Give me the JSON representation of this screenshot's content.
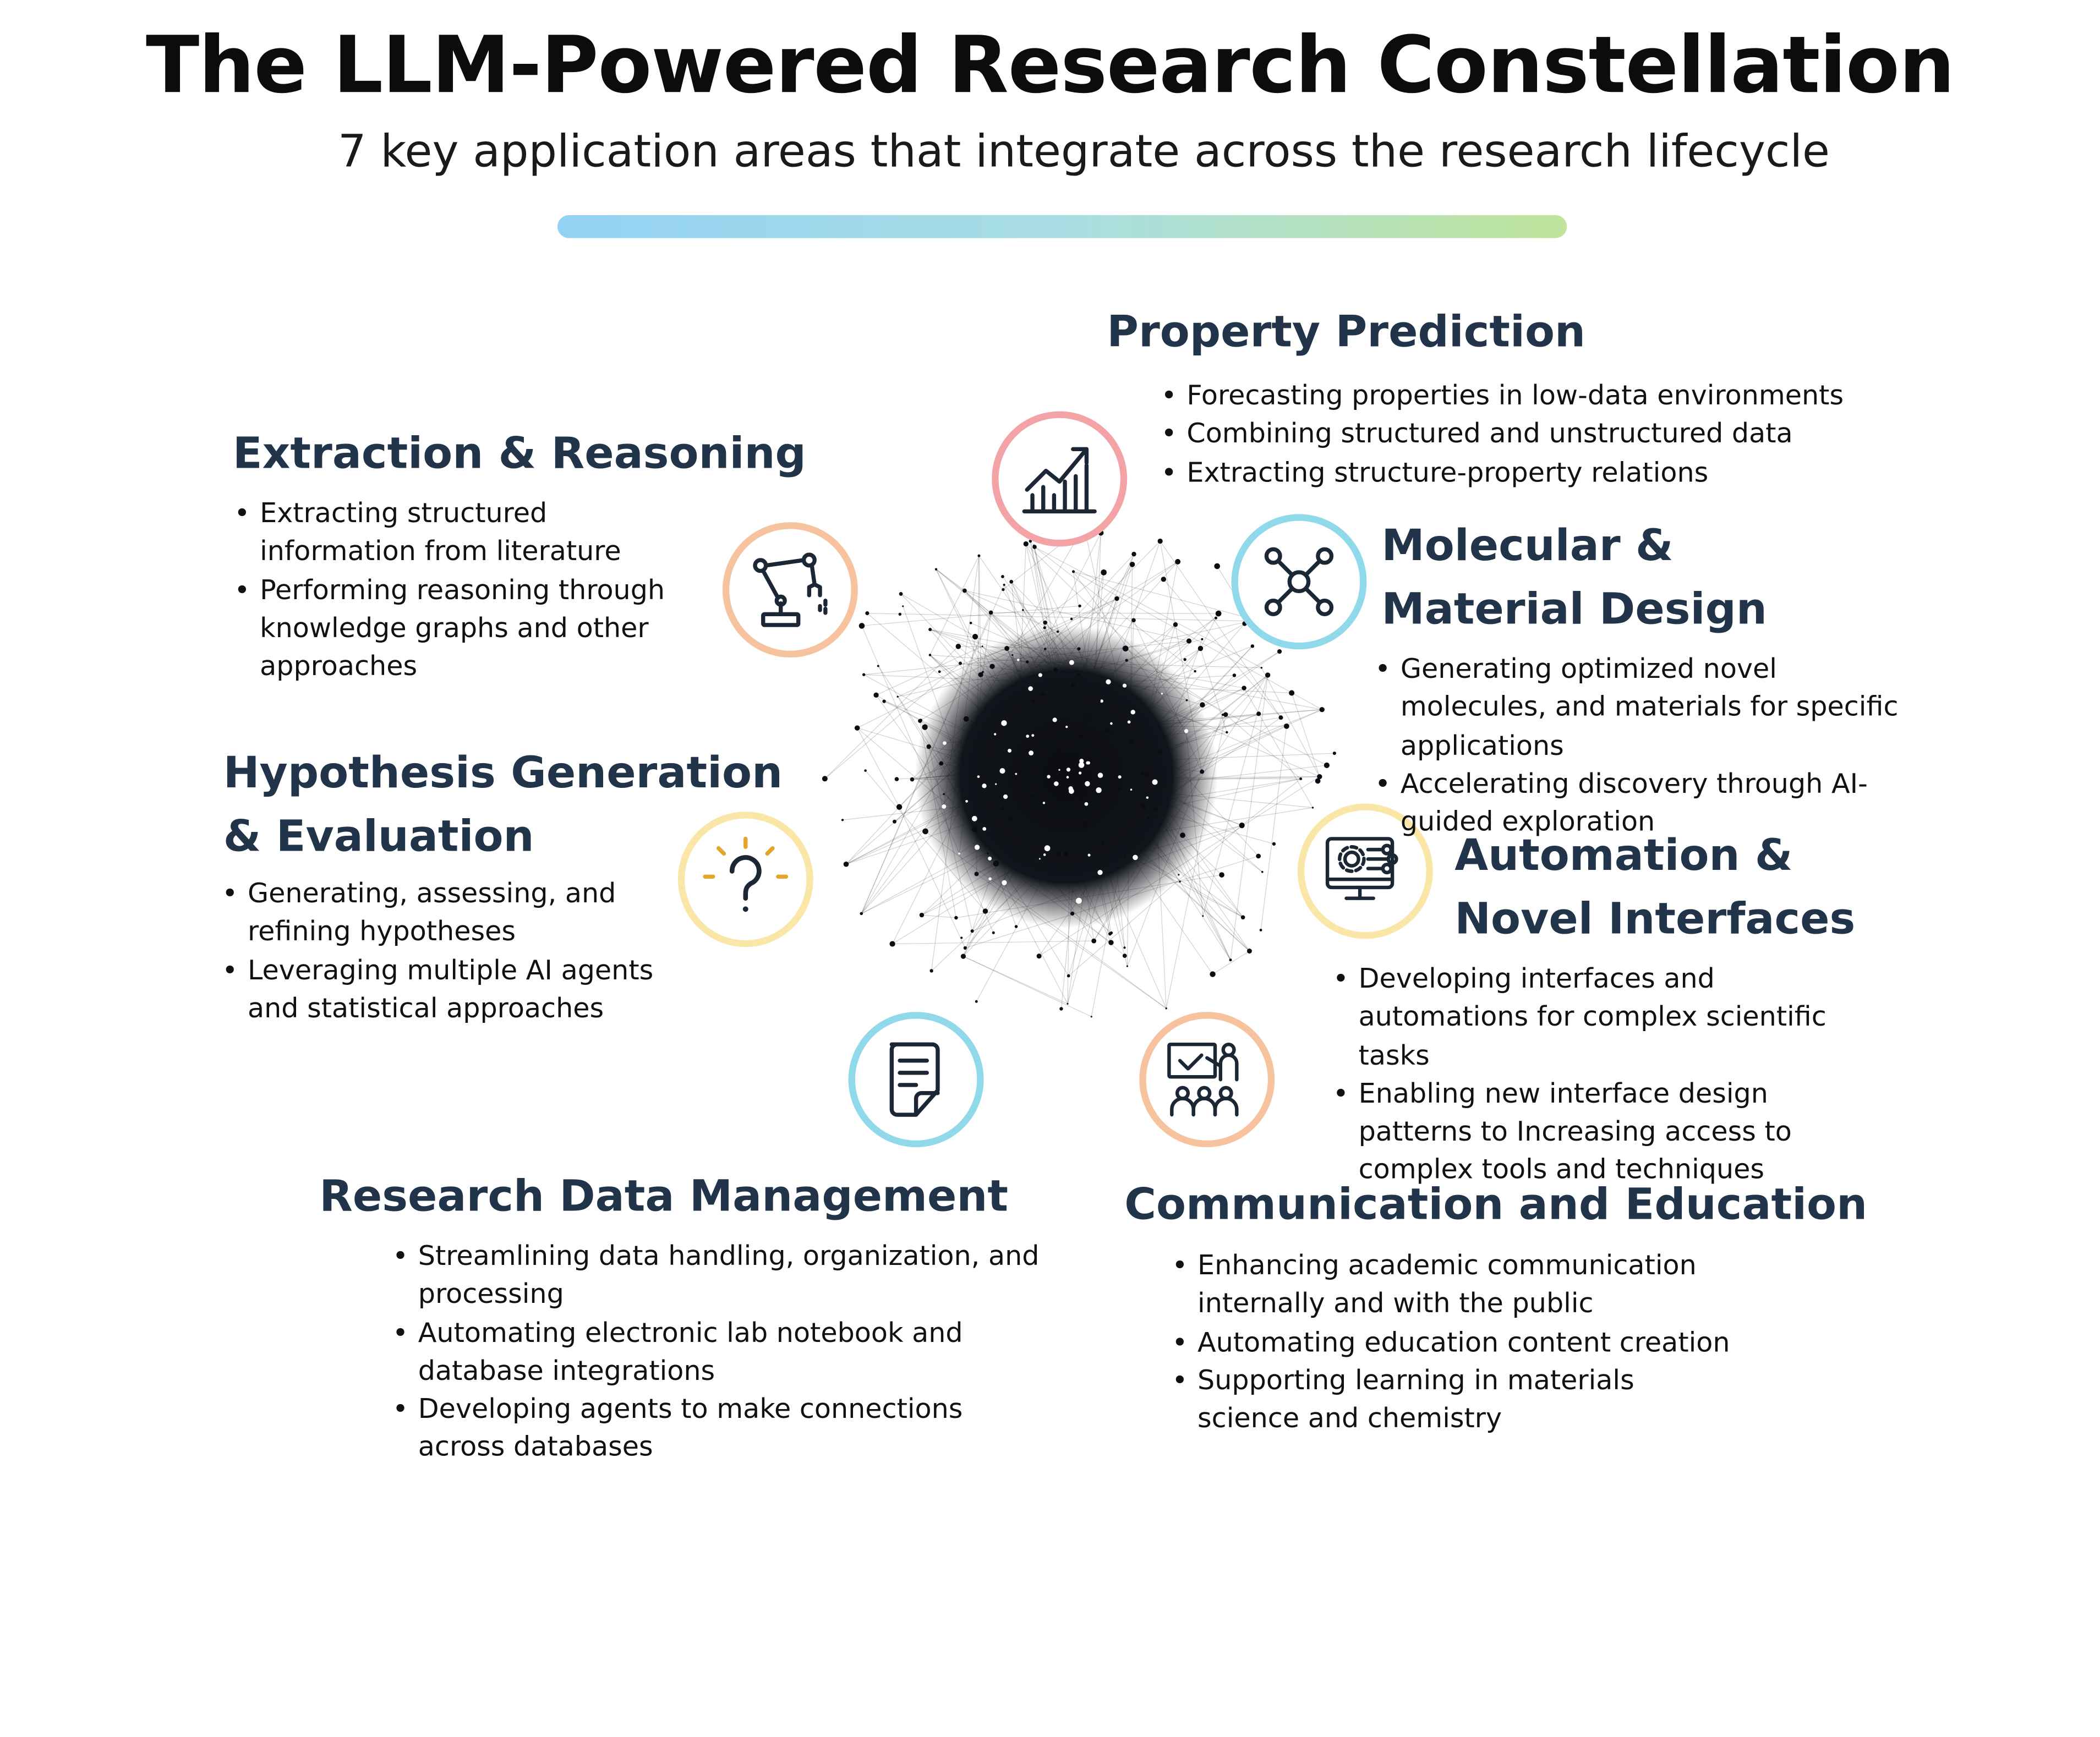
{
  "title": "The LLM-Powered Research Constellation",
  "subtitle": "7 key application areas that integrate across the research lifecycle",
  "colors": {
    "heading": "#22344a",
    "ring_red": "#f3a3a6",
    "ring_cyan": "#8fd9ea",
    "ring_orange": "#f7c39e",
    "ring_yellow": "#fae6a6",
    "gradient": [
      "#93d2f4",
      "#bfe59c"
    ]
  },
  "areas": {
    "property": {
      "title": "Property Prediction",
      "icon": "growth-chart-icon",
      "bullets": [
        "Forecasting properties in low-data environments",
        "Combining structured and unstructured data",
        "Extracting structure-property relations"
      ]
    },
    "extraction": {
      "title": "Extraction & Reasoning",
      "icon": "robot-arm-icon",
      "bullets": [
        "Extracting structured information from literature",
        "Performing reasoning through knowledge graphs and other approaches"
      ]
    },
    "molecular": {
      "title_lines": [
        "Molecular &",
        "Material Design"
      ],
      "icon": "molecule-icon",
      "bullets": [
        "Generating optimized novel molecules, and materials for specific applications",
        "Accelerating discovery through AI-guided exploration"
      ]
    },
    "hypothesis": {
      "title_lines": [
        "Hypothesis Generation",
        "& Evaluation"
      ],
      "icon": "question-mark-icon",
      "bullets": [
        "Generating, assessing, and refining hypotheses",
        "Leveraging multiple AI agents and statistical approaches"
      ]
    },
    "automation": {
      "title_lines": [
        "Automation &",
        "Novel Interfaces"
      ],
      "icon": "monitor-gear-icon",
      "bullets": [
        "Developing interfaces and automations for complex scientific tasks",
        "Enabling new interface design patterns to Increasing access to complex tools and techniques"
      ]
    },
    "data": {
      "title": "Research Data Management",
      "icon": "document-icon",
      "bullets": [
        "Streamlining data handling, organization, and processing",
        "Automating electronic lab notebook and database integrations",
        "Developing agents to make connections across databases"
      ]
    },
    "communication": {
      "title": "Communication and Education",
      "icon": "presentation-audience-icon",
      "bullets": [
        "Enhancing academic communication internally and with the public",
        "Automating education content creation",
        "Supporting learning in materials science and chemistry"
      ]
    }
  }
}
